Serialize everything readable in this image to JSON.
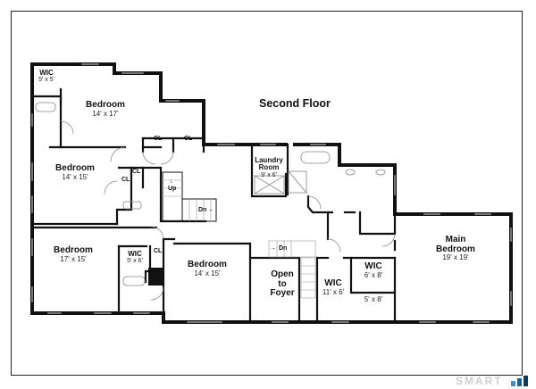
{
  "plan": {
    "title": "Second Floor"
  },
  "rooms": [
    {
      "id": "wic-nw",
      "name": "WIC",
      "dim": "5' x 5'"
    },
    {
      "id": "bedroom-nw",
      "name": "Bedroom",
      "dim": "14' x 17'"
    },
    {
      "id": "bedroom-w",
      "name": "Bedroom",
      "dim": "14' x 15'"
    },
    {
      "id": "bedroom-sw",
      "name": "Bedroom",
      "dim": "17' x 15'"
    },
    {
      "id": "wic-sw",
      "name": "WIC",
      "dim": "5' x 6'"
    },
    {
      "id": "bedroom-s",
      "name": "Bedroom",
      "dim": "14' x 15'"
    },
    {
      "id": "laundry",
      "name": "Laundry Room",
      "name_l1": "Laundry",
      "name_l2": "Room",
      "dim": "9' x 6'"
    },
    {
      "id": "open-foyer",
      "name_l1": "Open",
      "name_l2": "to",
      "name_l3": "Foyer"
    },
    {
      "id": "wic-main-1",
      "name": "WIC",
      "dim": "11' x 6'"
    },
    {
      "id": "wic-main-2",
      "name": "WIC",
      "dim": "6' x 8'"
    },
    {
      "id": "bath-main",
      "dim": "5' x 8'"
    },
    {
      "id": "main-bedroom",
      "name_l1": "Main",
      "name_l2": "Bedroom",
      "dim": "19' x 19'"
    }
  ],
  "annotations": {
    "closet": "CL",
    "stairs_up": "Up",
    "stairs_down": "Dn",
    "arrow_down": "↓",
    "arrow_left": "←",
    "arrow_right": "→"
  },
  "watermark": {
    "text": "SMART",
    "colors": [
      "#3a8fd0",
      "#1f5f8f",
      "#0d3b5c"
    ]
  }
}
